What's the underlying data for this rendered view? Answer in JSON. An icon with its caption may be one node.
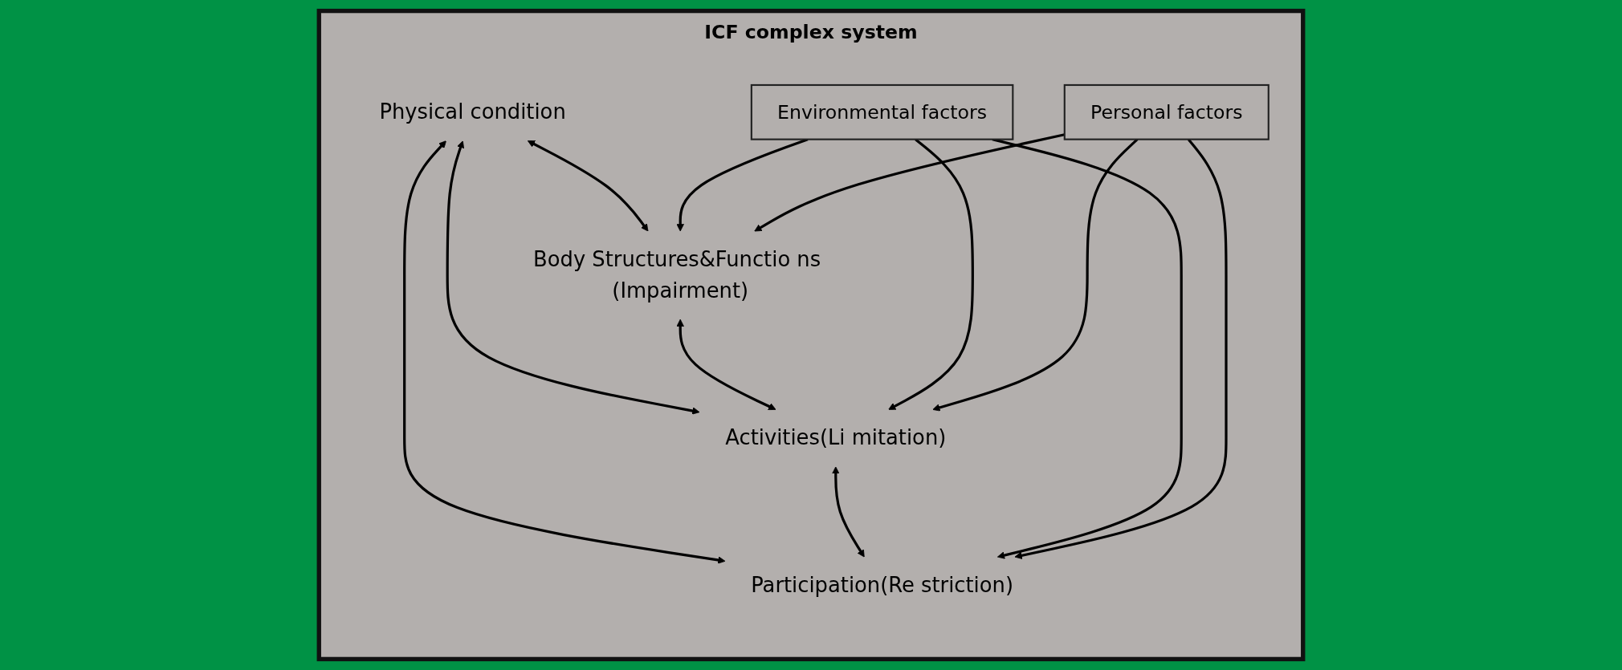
{
  "diagram": {
    "nodes": [
      {
        "text": [
          "ICF complex system"
        ]
      },
      {
        "text": [
          "Physical condition"
        ],
        "in": 0
      },
      {
        "text": [
          "Body Structures&Functio ns (Impairment)"
        ],
        "in": 0
      },
      {
        "text": [
          "Activities(Li mitation)"
        ],
        "in": 0
      },
      {
        "text": [
          "Participation(Re striction)"
        ],
        "in": 0
      },
      {
        "text": [
          "Environmental factors"
        ],
        "in": 0
      },
      {
        "text": [
          "Personal factors"
        ],
        "in": 0
      }
    ],
    "edges": [
      {
        "from": 1,
        "to": 2,
        "arrow": "both"
      },
      {
        "from": 1,
        "to": 3,
        "arrow": "both"
      },
      {
        "from": 1,
        "to": 4,
        "arrow": "both"
      },
      {
        "from": 2,
        "to": 3,
        "arrow": "both"
      },
      {
        "from": 3,
        "to": 4,
        "arrow": "both"
      },
      {
        "from": 5,
        "to": 2,
        "arrow": "to"
      },
      {
        "from": 5,
        "to": 3,
        "arrow": "to"
      },
      {
        "from": 5,
        "to": 4,
        "arrow": "to"
      },
      {
        "from": 6,
        "to": 2,
        "arrow": "to"
      },
      {
        "from": 6,
        "to": 3,
        "arrow": "to"
      },
      {
        "from": 6,
        "to": 4,
        "arrow": "to"
      }
    ]
  }
}
